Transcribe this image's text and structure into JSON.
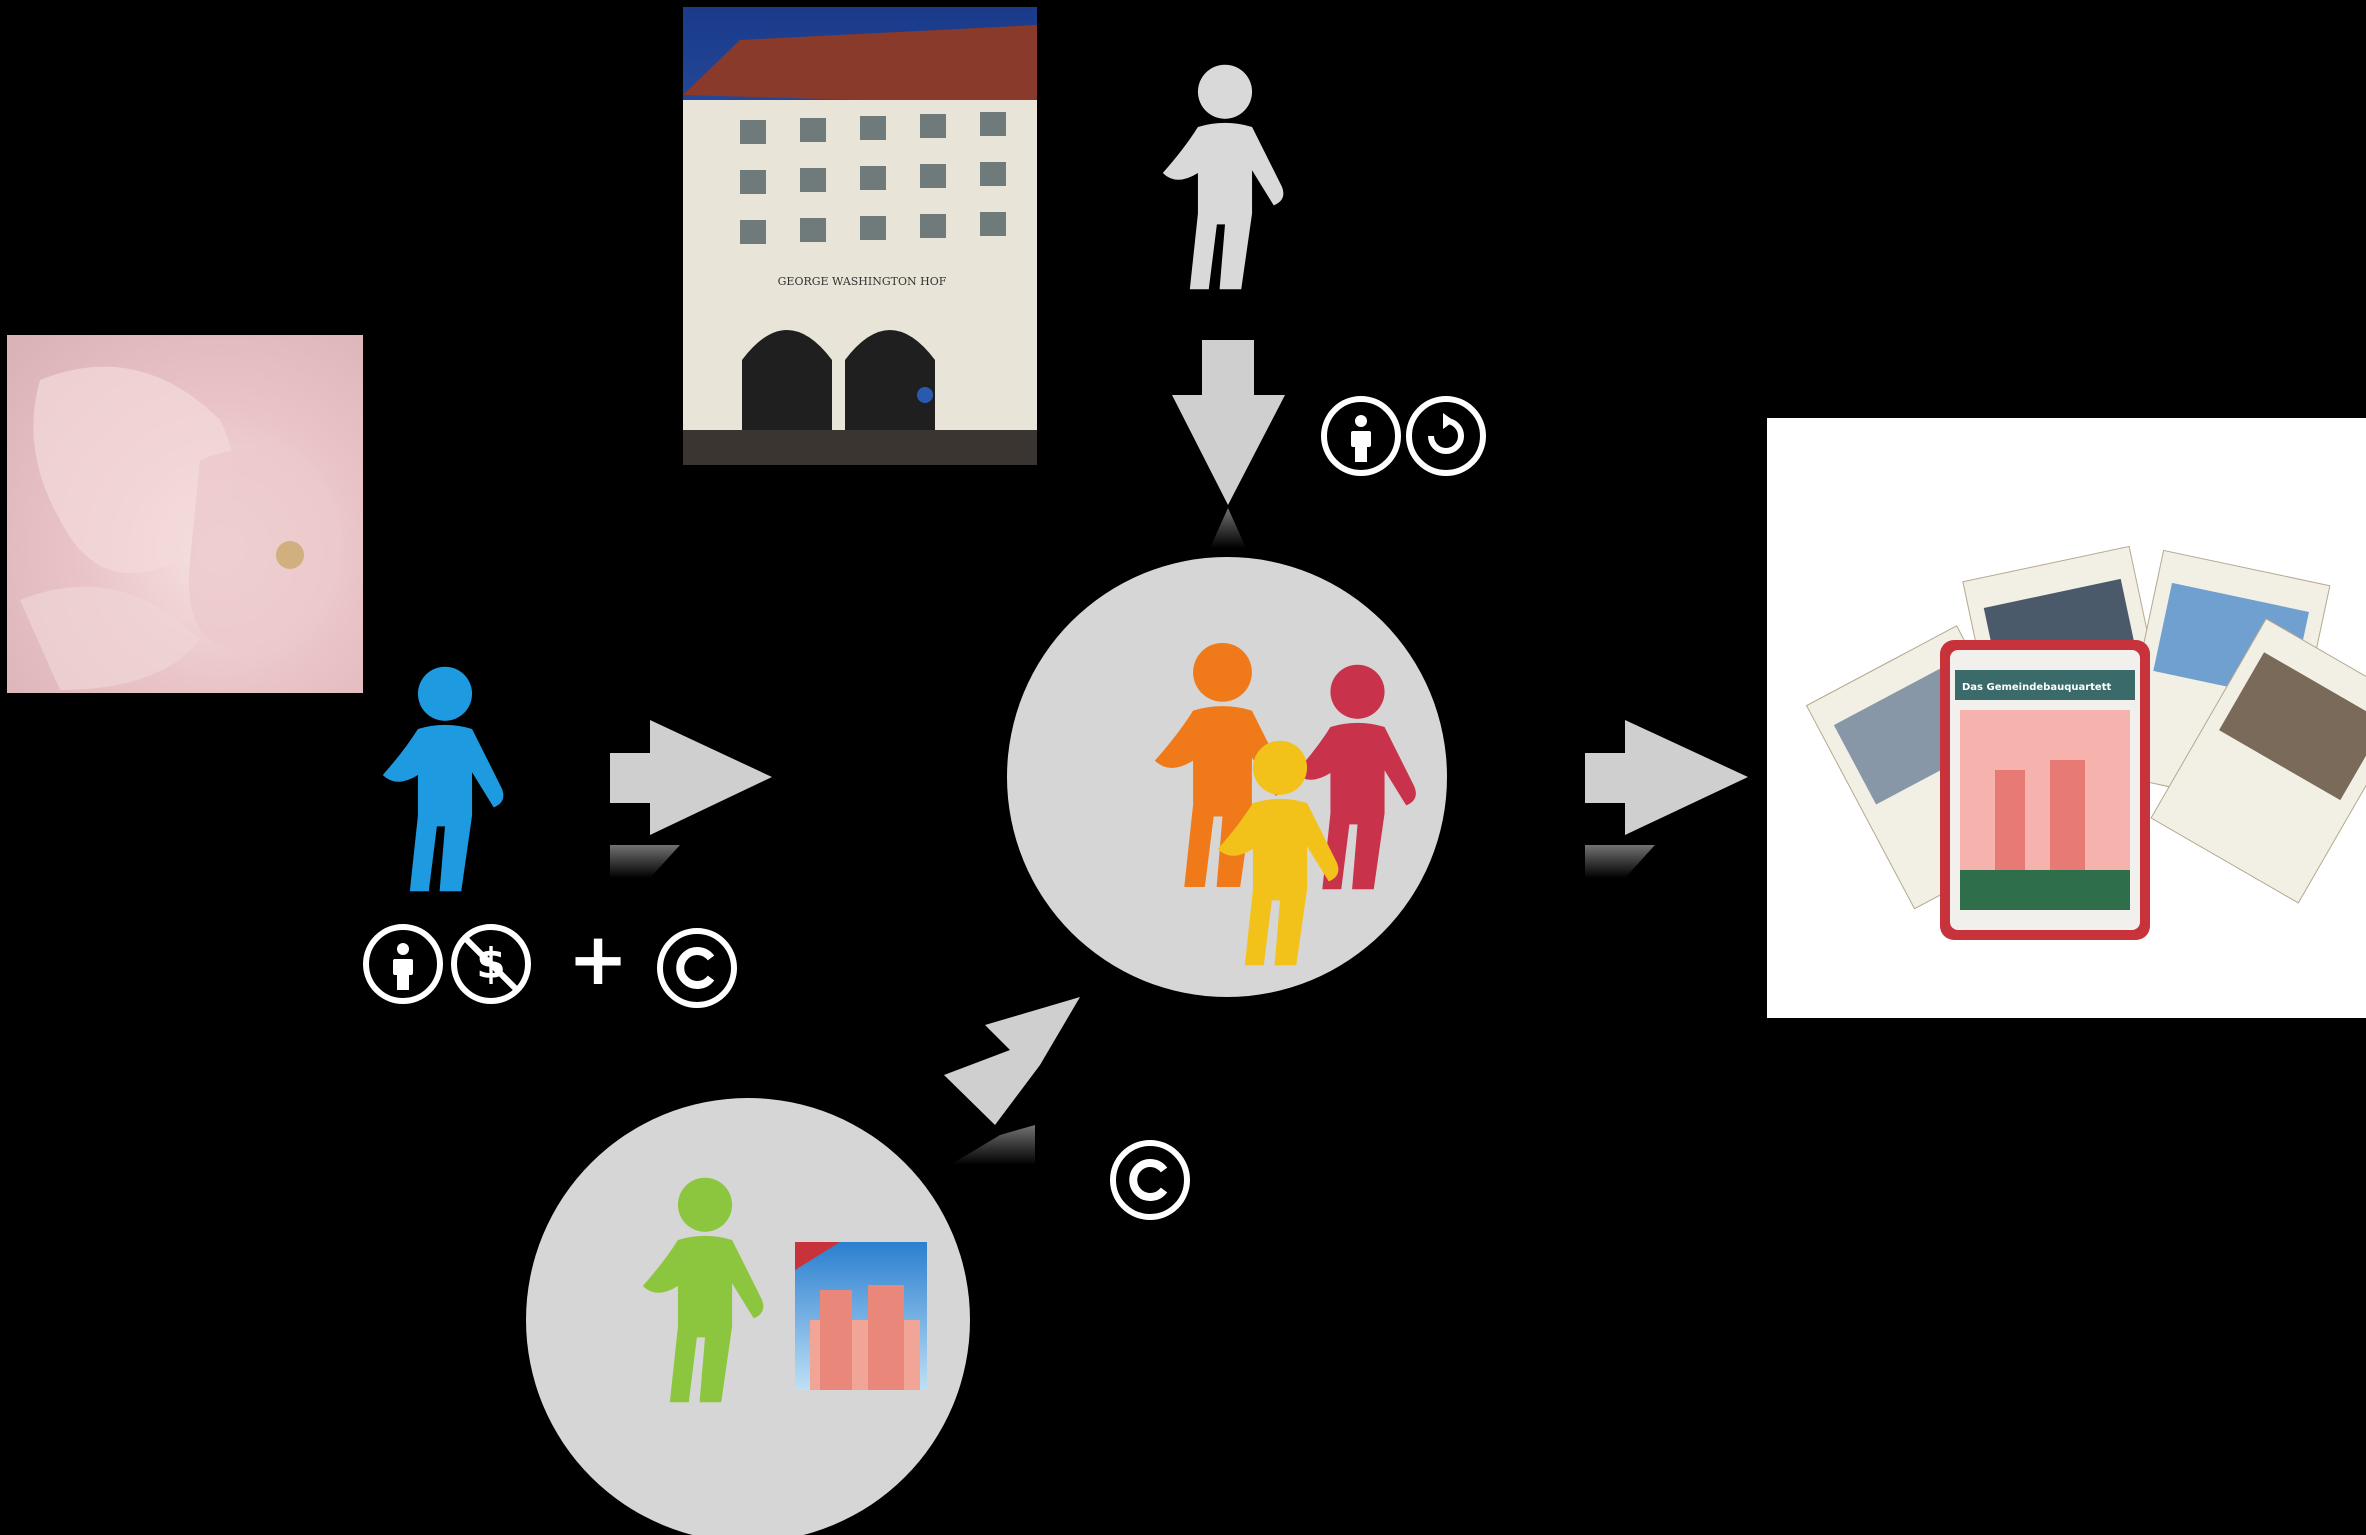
{
  "building_photo": {
    "sign_text": "GEORGE WASHINGTON HOF"
  },
  "left_license": {
    "icons": [
      "cc-by-icon",
      "cc-nc-icon"
    ],
    "plus": "+",
    "extra_icon": "copyright-icon"
  },
  "top_license": {
    "icons": [
      "cc-by-icon",
      "cc-sa-icon"
    ]
  },
  "bottom_license": {
    "icons": [
      "copyright-icon"
    ]
  },
  "cards_photo": {
    "box_title": "Das Gemeindebauquartett"
  },
  "people": [
    {
      "role": "top-contributor",
      "color": "#d9d9d9"
    },
    {
      "role": "left-contributor",
      "color": "#1e9be0"
    },
    {
      "role": "bottom-contributor",
      "color": "#8cc63f"
    },
    {
      "role": "group-member-1",
      "color": "#f07a1a"
    },
    {
      "role": "group-member-2",
      "color": "#c8324a"
    },
    {
      "role": "group-member-3",
      "color": "#f2c21b"
    }
  ],
  "colors": {
    "background": "#000000",
    "arrow": "#cfcfcf",
    "circle": "#d6d6d6",
    "icon": "#ffffff"
  }
}
